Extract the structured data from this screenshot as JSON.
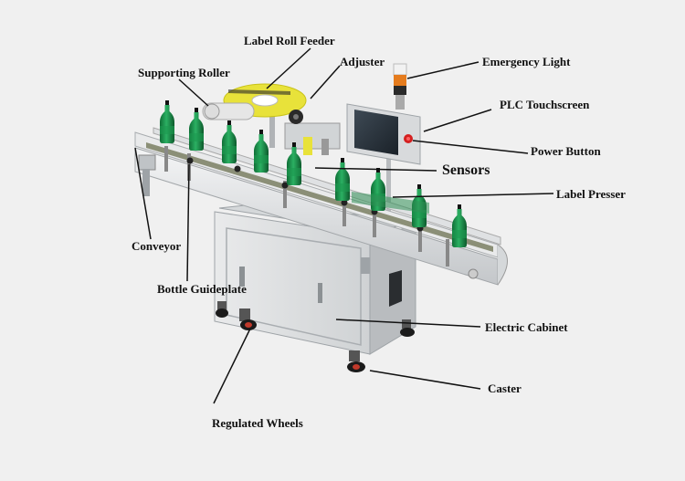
{
  "labels": {
    "label_roll_feeder": "Label Roll Feeder",
    "adjuster": "Adjuster",
    "supporting_roller": "Supporting Roller",
    "emergency_light": "Emergency Light",
    "plc_touchscreen": "PLC Touchscreen",
    "power_button": "Power Button",
    "sensors": "Sensors",
    "label_presser": "Label Presser",
    "conveyor": "Conveyor",
    "bottle_guideplate": "Bottle Guideplate",
    "electric_cabinet": "Electric Cabinet",
    "caster": "Caster",
    "regulated_wheels": "Regulated Wheels"
  },
  "colors": {
    "background": "#f0f0f0",
    "bottle_green": "#1f8a4a",
    "label_yellow": "#e8e23a",
    "power_button_red": "#d42020",
    "steel": "#d8dadc"
  }
}
